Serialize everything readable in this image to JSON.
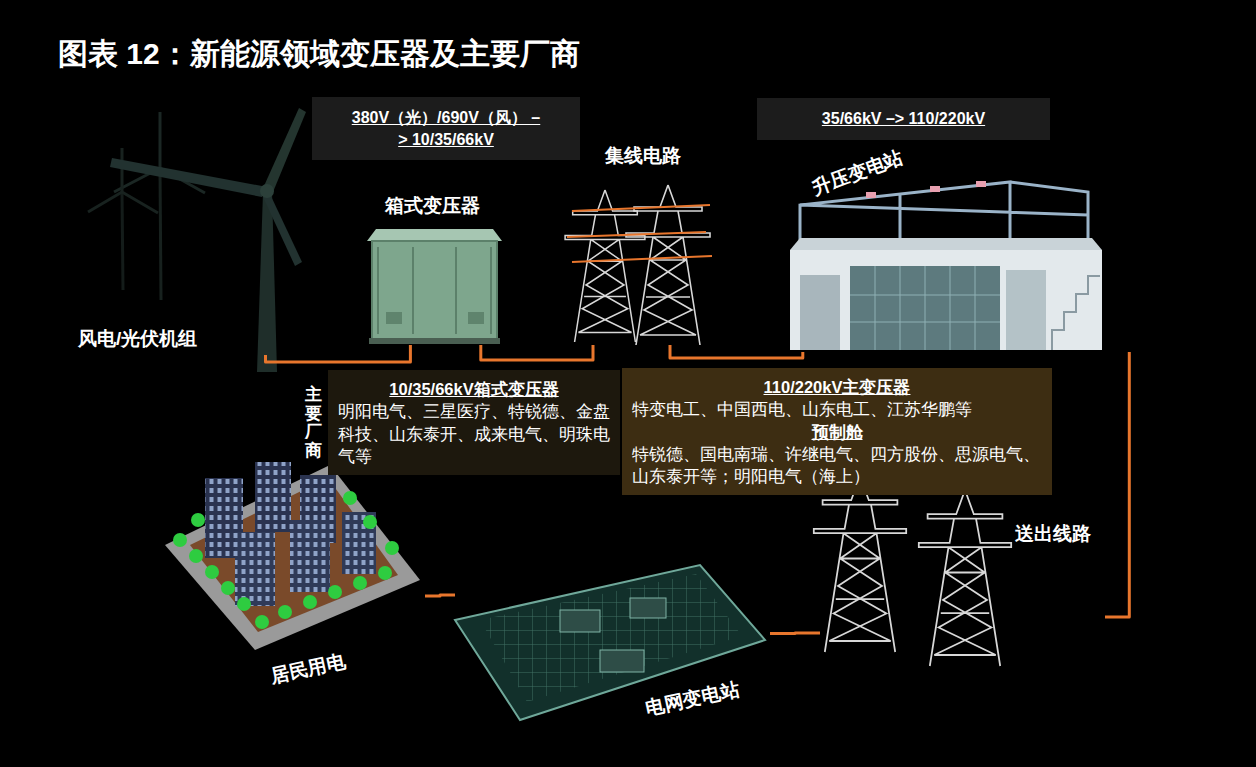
{
  "diagram": {
    "title": "图表 12：新能源领域变压器及主要厂商",
    "nodes": [
      {
        "text": [
          "380V（光）/690V（风） –> 10/35/66kV"
        ]
      },
      {
        "text": [
          "35/66kV –> 110/220kV"
        ]
      },
      {
        "text": [
          "风电/光伏机组"
        ]
      },
      {
        "text": [
          "箱式变压器"
        ]
      },
      {
        "text": [
          "集线电路"
        ]
      },
      {
        "text": [
          "升压变电站"
        ]
      },
      {
        "text": [
          "10/35/66kV箱式变压器",
          "明阳电气、三星医疗、特锐德、金盘科技、山东泰开、成来电气、明珠电气等"
        ]
      },
      {
        "text": [
          "110/220kV主变压器",
          "特变电工、中国西电、山东电工、江苏华鹏等",
          "预制舱",
          "特锐德、国电南瑞、许继电气、四方股份、思源电气、山东泰开等；明阳电气（海上）"
        ]
      },
      {
        "text": [
          "送出线路"
        ]
      },
      {
        "text": [
          "电网变电站"
        ]
      },
      {
        "text": [
          "居民用电"
        ]
      }
    ],
    "edges": [
      {
        "from": 2,
        "to": 3,
        "arrow": "none"
      },
      {
        "from": 3,
        "to": 4,
        "arrow": "none"
      },
      {
        "from": 4,
        "to": 5,
        "arrow": "none"
      },
      {
        "from": 5,
        "to": 8,
        "arrow": "none"
      },
      {
        "from": 8,
        "to": 9,
        "arrow": "none"
      },
      {
        "from": 9,
        "to": 10,
        "arrow": "none"
      }
    ],
    "labels": [
      "主要厂商"
    ]
  }
}
